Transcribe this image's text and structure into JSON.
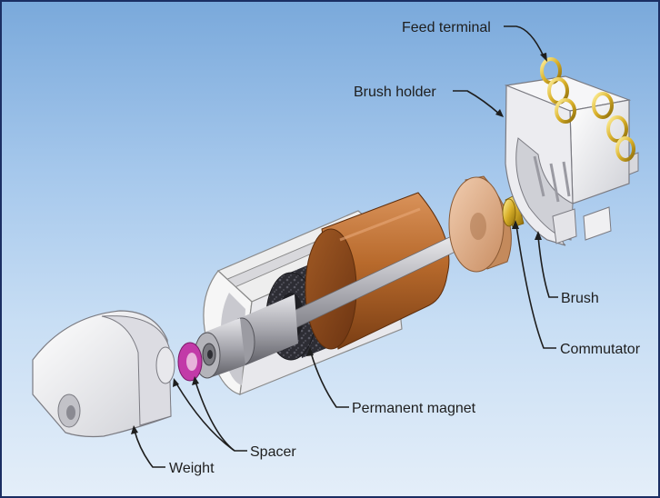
{
  "labels": {
    "feed_terminal": "Feed terminal",
    "brush_holder": "Brush holder",
    "brush": "Brush",
    "commutator": "Commutator",
    "permanent_magnet": "Permanent magnet",
    "spacer": "Spacer",
    "weight": "Weight"
  },
  "colors": {
    "background_top": "#7aa9db",
    "background_bottom": "#e4eef9",
    "magnet_copper": "#b86a2c",
    "spacer_magenta": "#c23aa8",
    "coil_gold": "#c9a21a",
    "housing_white": "#f2f2f2"
  }
}
